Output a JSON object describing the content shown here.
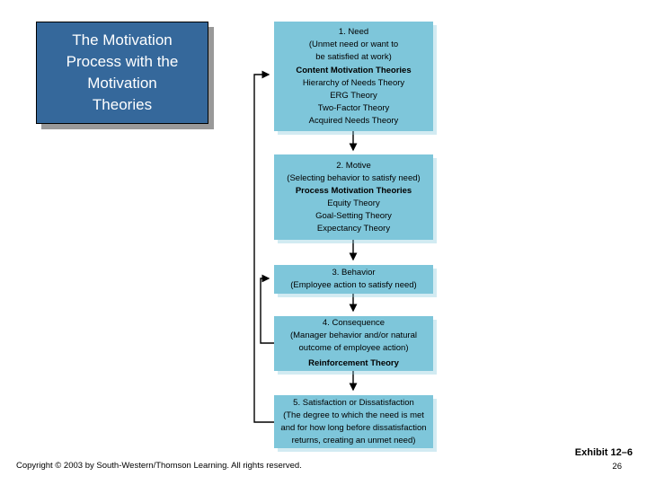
{
  "slide": {
    "title_lines": [
      "The Motivation",
      "Process with the",
      "Motivation",
      "Theories"
    ],
    "footer": {
      "copyright": "Copyright © 2003 by South-Western/Thomson Learning. All rights reserved.",
      "exhibit": "Exhibit 12–6",
      "page": "26"
    }
  },
  "flowchart": {
    "need": {
      "step": "1. Need",
      "desc1": "(Unmet need or want to",
      "desc2": "be satisfied at work)",
      "heading": "Content Motivation Theories",
      "items": [
        "Hierarchy of Needs Theory",
        "ERG Theory",
        "Two-Factor Theory",
        "Acquired Needs Theory"
      ]
    },
    "motive": {
      "step": "2. Motive",
      "desc1": "(Selecting behavior to satisfy need)",
      "heading": "Process Motivation Theories",
      "items": [
        "Equity Theory",
        "Goal-Setting Theory",
        "Expectancy Theory"
      ]
    },
    "behavior": {
      "step": "3. Behavior",
      "desc1": "(Employee action to satisfy need)"
    },
    "consequence": {
      "step": "4. Consequence",
      "desc1": "(Manager behavior and/or natural",
      "desc2": "outcome of employee action)",
      "heading": "Reinforcement Theory"
    },
    "satisfaction": {
      "step": "5. Satisfaction or Dissatisfaction",
      "desc1": "(The degree to which the need is met",
      "desc2": "and for how long before dissatisfaction",
      "desc3": "returns, creating an unmet need)"
    }
  },
  "colors": {
    "title_fill": "#35689B",
    "title_text": "#FFFFFF",
    "box_fill": "#7EC6DA",
    "line_color": "#000000"
  }
}
